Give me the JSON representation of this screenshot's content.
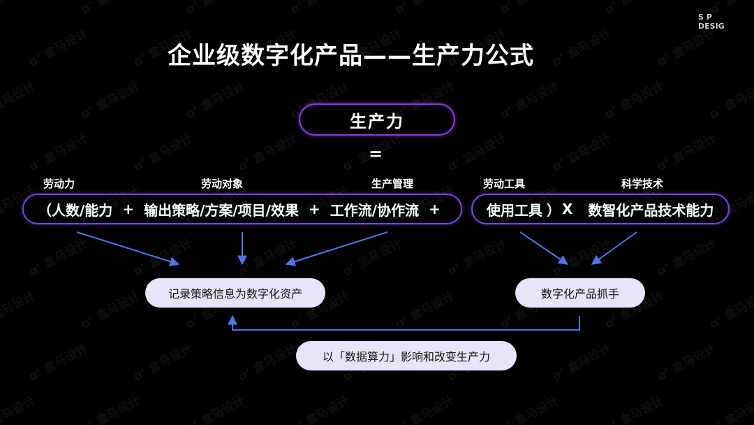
{
  "watermark_text": "盒马设计",
  "logo": {
    "text": "S P\nDESIG"
  },
  "title": "企业级数字化产品——生产力公式",
  "productivity": "生产力",
  "equals": "=",
  "labels": {
    "labor": "劳动力",
    "labor_object": "劳动对象",
    "production_mgmt": "生产管理",
    "labor_tools": "劳动工具",
    "science_tech": "科学技术"
  },
  "formula_left": {
    "open_paren": "（",
    "term1": "人数/能力",
    "plus1": "+",
    "term2": "输出策略/方案/项目/效果",
    "plus2": "+",
    "term3": "工作流/协作流",
    "plus3": "+"
  },
  "formula_right": {
    "term1": "使用工具",
    "close_paren": "）",
    "times": "X",
    "term2": "数智化产品技术能力"
  },
  "results": {
    "record": "记录策略信息为数字化资产",
    "handle": "数字化产品抓手",
    "impact": "以「数据算力」影响和改变生产力"
  },
  "colors": {
    "arrow": "#4f74e8",
    "pill_border": "#7a42e6",
    "pill_fill": "#e8e4f9"
  }
}
